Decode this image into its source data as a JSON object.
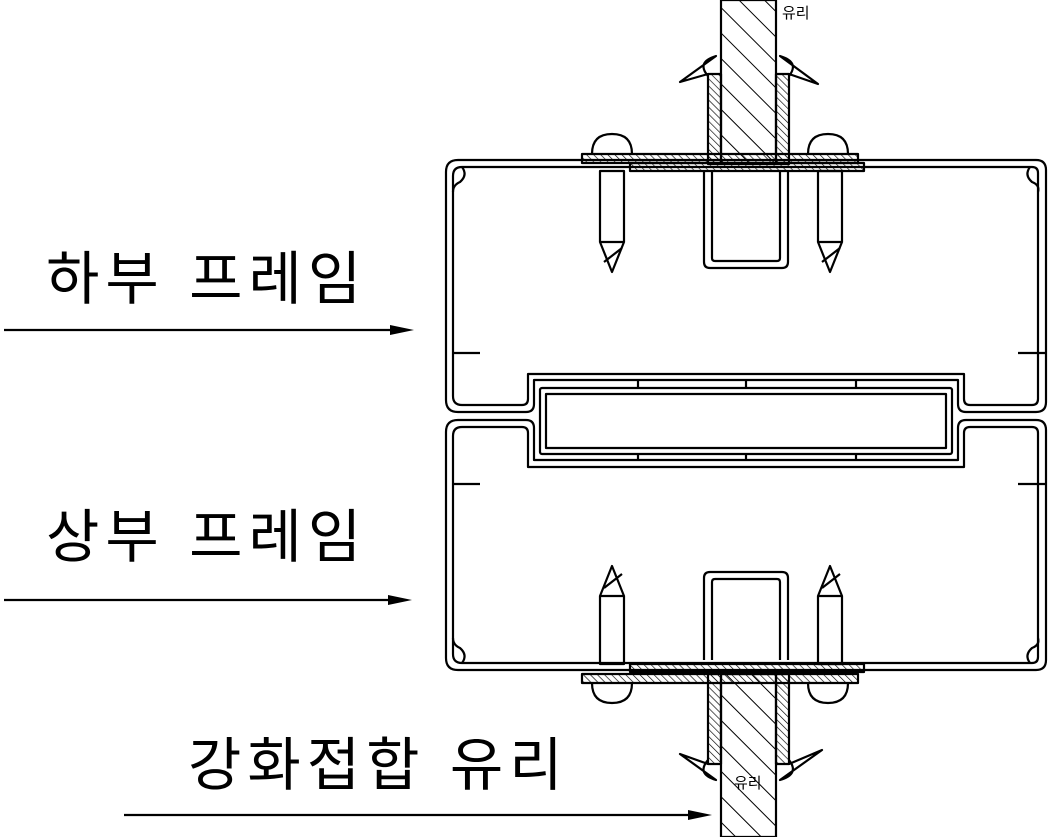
{
  "labels": {
    "lower_frame": "하부 프레임",
    "upper_frame": "상부 프레임",
    "laminated_glass": "강화접합 유리",
    "glass_top": "유리",
    "glass_bottom": "유리"
  }
}
